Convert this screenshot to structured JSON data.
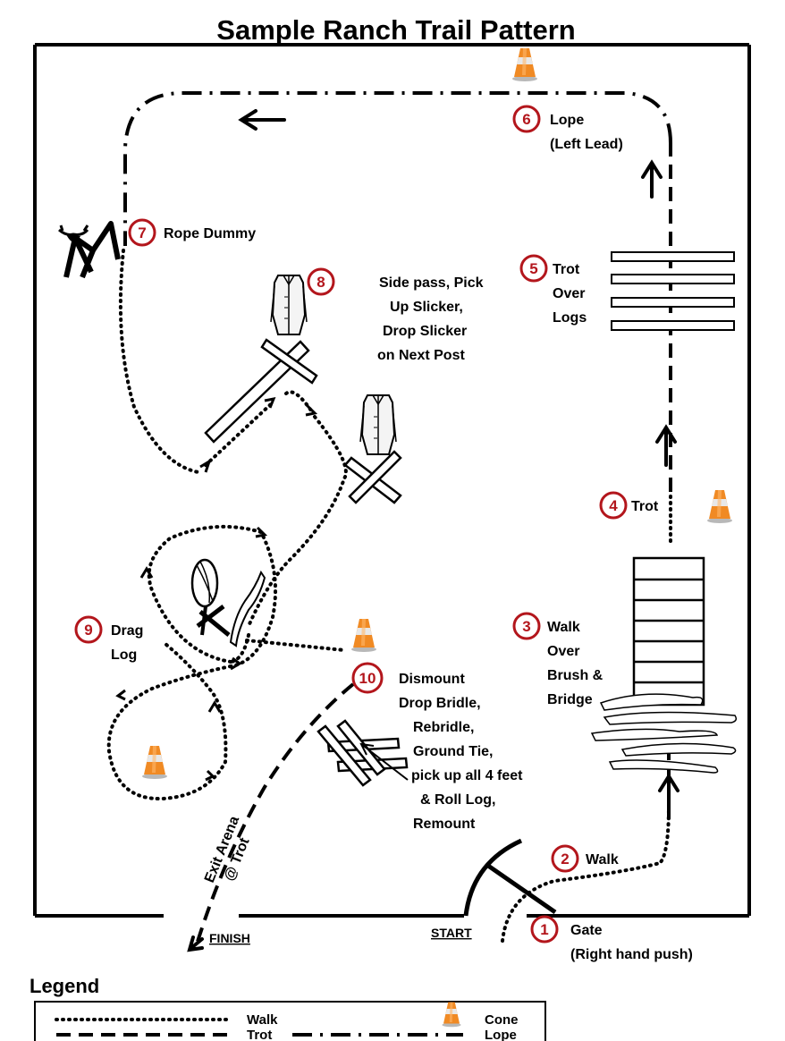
{
  "title": "Sample Ranch Trail Pattern",
  "stations": [
    {
      "num": "1",
      "lines": [
        "Gate",
        "(Right hand push)"
      ]
    },
    {
      "num": "2",
      "lines": [
        "Walk"
      ]
    },
    {
      "num": "3",
      "lines": [
        "Walk",
        "Over",
        "Brush &",
        "Bridge"
      ]
    },
    {
      "num": "4",
      "lines": [
        "Trot"
      ]
    },
    {
      "num": "5",
      "lines": [
        "Trot",
        "Over",
        "Logs"
      ]
    },
    {
      "num": "6",
      "lines": [
        "Lope",
        "(Left Lead)"
      ]
    },
    {
      "num": "7",
      "lines": [
        "Rope Dummy"
      ]
    },
    {
      "num": "8",
      "lines": [
        "Side pass, Pick",
        "Up Slicker,",
        "Drop Slicker",
        "on Next Post"
      ]
    },
    {
      "num": "9",
      "lines": [
        "Drag",
        "Log"
      ]
    },
    {
      "num": "10",
      "lines": [
        "Dismount",
        "Drop Bridle,",
        "Rebridle,",
        "Ground Tie,",
        "pick up all 4 feet",
        "& Roll Log,",
        "Remount"
      ]
    }
  ],
  "labels": {
    "start": "START",
    "finish": "FINISH",
    "exit_line1": "Exit Arena",
    "exit_line2": "@ Trot"
  },
  "legend": {
    "title": "Legend",
    "walk": "Walk",
    "trot": "Trot",
    "lope": "Lope",
    "cone": "Cone"
  },
  "colors": {
    "station_number": "#b3161c",
    "cone_orange": "#f08a24",
    "lines": "#000000"
  }
}
